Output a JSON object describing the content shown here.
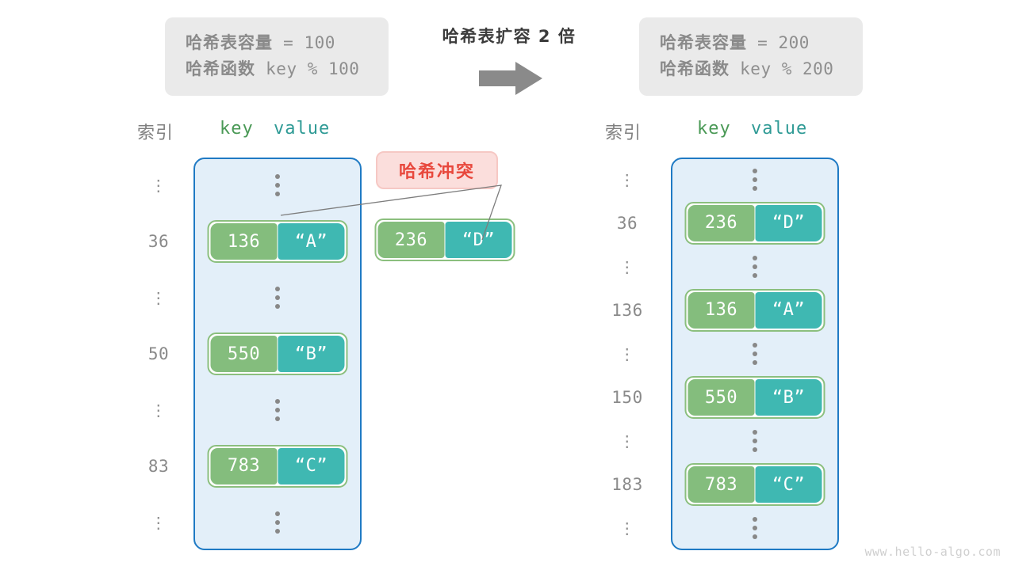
{
  "watermark": "www.hello-algo.com",
  "transform": {
    "title": "哈希表扩容 2 倍",
    "arrow_icon": "right-arrow-icon"
  },
  "before": {
    "info": {
      "capacity_label": "哈希表容量",
      "capacity_value": "=  100",
      "function_label": "哈希函数",
      "function_value": "key % 100"
    },
    "headers": {
      "index": "索引",
      "key": "key",
      "value": "value"
    },
    "rows": [
      {
        "index": "⋮",
        "type": "ellipsis"
      },
      {
        "index": "36",
        "type": "entry",
        "key": "136",
        "value": "“A”"
      },
      {
        "index": "⋮",
        "type": "ellipsis"
      },
      {
        "index": "50",
        "type": "entry",
        "key": "550",
        "value": "“B”"
      },
      {
        "index": "⋮",
        "type": "ellipsis"
      },
      {
        "index": "83",
        "type": "entry",
        "key": "783",
        "value": "“C”"
      },
      {
        "index": "⋮",
        "type": "ellipsis"
      }
    ],
    "collision": {
      "label": "哈希冲突",
      "colliding_entry": {
        "key": "236",
        "value": "“D”"
      }
    }
  },
  "after": {
    "info": {
      "capacity_label": "哈希表容量",
      "capacity_value": "=  200",
      "function_label": "哈希函数",
      "function_value": "key % 200"
    },
    "headers": {
      "index": "索引",
      "key": "key",
      "value": "value"
    },
    "rows": [
      {
        "index": "⋮",
        "type": "ellipsis"
      },
      {
        "index": "36",
        "type": "entry",
        "key": "236",
        "value": "“D”"
      },
      {
        "index": "⋮",
        "type": "ellipsis"
      },
      {
        "index": "136",
        "type": "entry",
        "key": "136",
        "value": "“A”"
      },
      {
        "index": "⋮",
        "type": "ellipsis"
      },
      {
        "index": "150",
        "type": "entry",
        "key": "550",
        "value": "“B”"
      },
      {
        "index": "⋮",
        "type": "ellipsis"
      },
      {
        "index": "183",
        "type": "entry",
        "key": "783",
        "value": "“C”"
      },
      {
        "index": "⋮",
        "type": "ellipsis"
      }
    ]
  },
  "colors": {
    "key_fill": "#84bd7d",
    "value_fill": "#3fb8b2",
    "entry_border": "#8bbf7e",
    "table_fill": "#e3eff9",
    "table_border": "#1f7ac4",
    "info_fill": "#eaeaea",
    "collision_fill": "#fbdedc",
    "collision_text": "#e8483d",
    "arrow_fill": "#8a8a8a"
  }
}
